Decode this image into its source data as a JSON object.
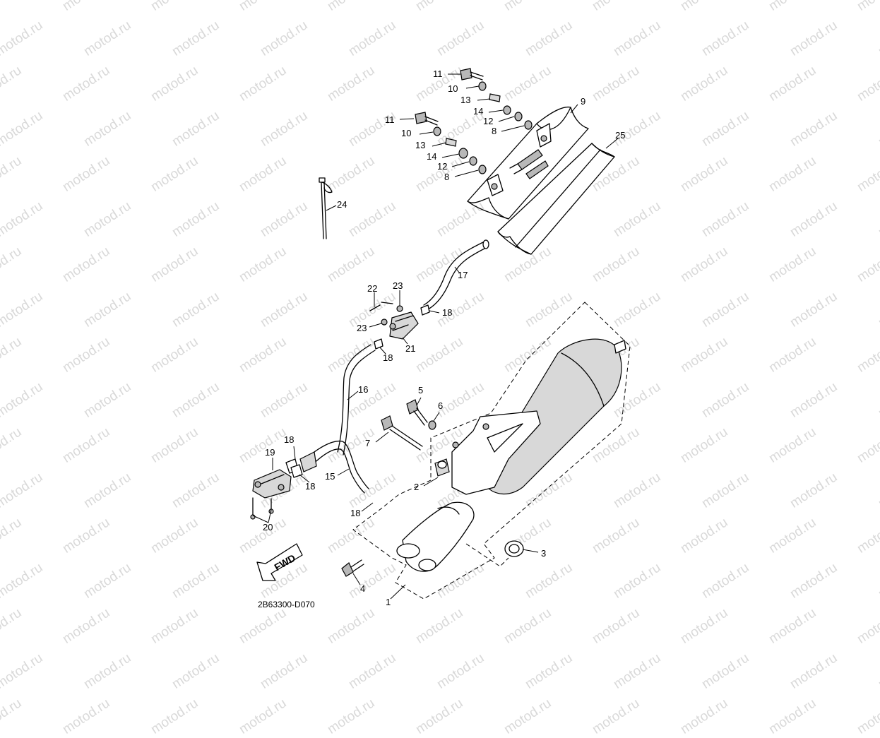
{
  "watermark": "motod.ru",
  "diagram_code": "2B63300-D070",
  "direction_arrow": "FWD",
  "callouts": [
    "1",
    "2",
    "3",
    "4",
    "5",
    "6",
    "7",
    "8",
    "8",
    "9",
    "10",
    "10",
    "11",
    "11",
    "12",
    "12",
    "13",
    "13",
    "14",
    "14",
    "15",
    "16",
    "17",
    "18",
    "18",
    "18",
    "18",
    "18",
    "19",
    "20",
    "21",
    "22",
    "23",
    "23",
    "24",
    "25"
  ]
}
